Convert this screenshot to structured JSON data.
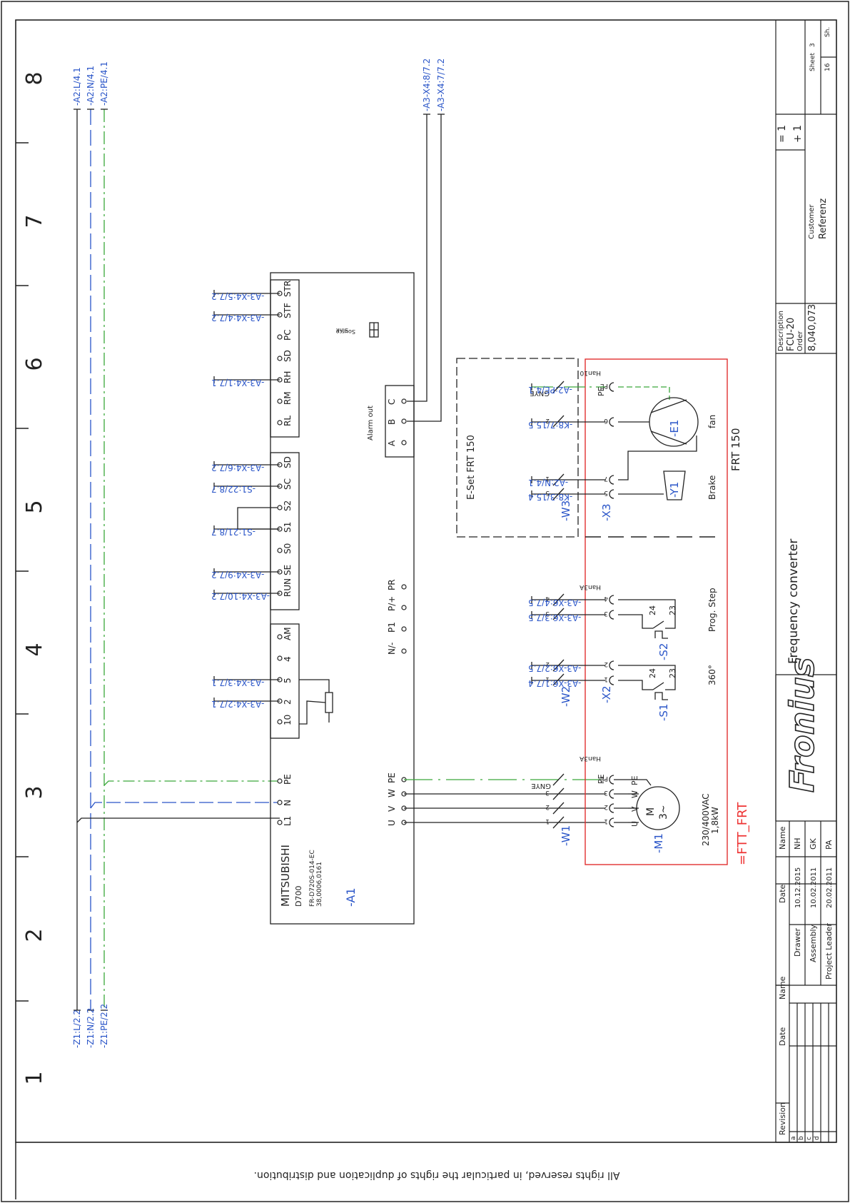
{
  "column_numbers": [
    "1",
    "2",
    "3",
    "4",
    "5",
    "6",
    "7",
    "8"
  ],
  "colors": {
    "line": "#222222",
    "blue": "#2a55c8",
    "green": "#3aa83a",
    "red": "#e03030"
  },
  "footer_note": "All rights reserved, in particular the rights of duplication and distribution.",
  "title_block": {
    "revision_h": "Revision",
    "date_h": "Date",
    "name_h": "Name",
    "rev_rows": [
      "a",
      "b",
      "c",
      "d"
    ],
    "role_date_h": "Date",
    "role_name_h": "Name",
    "roles": [
      {
        "role": "Drawer",
        "date": "10.12.2015",
        "name": "NH"
      },
      {
        "role": "Assembly",
        "date": "10.02.2011",
        "name": "GK"
      },
      {
        "role": "Project Leader",
        "date": "20.02.2011",
        "name": "PA"
      }
    ],
    "logo": "Fronius",
    "title": "Frequency converter",
    "description_h": "Description",
    "description": "FCU-20",
    "order_h": "Order",
    "order": "8,040,073",
    "customer_h": "Customer",
    "reference": "Referenz",
    "eq1": "= 1",
    "plus1": "+ 1",
    "sheet_h": "Sheet",
    "sheet": "3",
    "of": "16",
    "sh": "Sh."
  },
  "inverter": {
    "brand": "MITSUBISHI",
    "model": "D700",
    "type": "FR-D720S-014-EC",
    "part": "38,0006,0161",
    "tag": "-A1",
    "power_terms": [
      "L1",
      "N",
      "PE"
    ],
    "motor_terms": [
      "U",
      "V",
      "W",
      "PE"
    ],
    "dc_terms": [
      "N/-",
      "P1",
      "P/+",
      "PR"
    ],
    "analog_terms": [
      "10",
      "2",
      "5",
      "4",
      "AM"
    ],
    "input_terms": [
      "RUN",
      "SE",
      "S0",
      "S1",
      "S2",
      "SC",
      "SD"
    ],
    "relay_terms": [
      "RL",
      "RM",
      "RH",
      "SD",
      "PC",
      "STF",
      "STR"
    ],
    "alarm_terms": [
      "A",
      "B",
      "C"
    ],
    "alarm_label": "Alarm out",
    "sink_label": "Sink",
    "source_label": "Source"
  },
  "xrefs": {
    "mains_in": [
      "-Z1:L/2.2",
      "-Z1:N/2.2",
      "-Z1:PE/2.2"
    ],
    "mains_out": [
      "-A2:L/4.1",
      "-A2:N/4.1",
      "-A2:PE/4.1"
    ],
    "alarm": [
      "-A3-X4:8/7.2",
      "-A3-X4:7/7.2"
    ],
    "relay": [
      "-A3-X4:5/7.2",
      "-A3-X4:4/7.2",
      "-A3-X4:1/7.1"
    ],
    "inputs": [
      "-A3-X4:6/7.2",
      "-S1:22/8.7",
      "-S1:21/8.7",
      "-A3-X4:9/7.2",
      "-A3-X4:10/7.2"
    ],
    "analog": [
      "-A3-X4:3/7.1",
      "-A3-X4:2/7.1"
    ],
    "step": [
      "-A3-X6:4/7.5",
      "-A3-X6:3/7.5"
    ],
    "deg": [
      "-A3-X6:2/7.5",
      "-A3-X6:1/7.4"
    ],
    "eset": [
      "-A2:PE/4.1",
      "-K8:7/15.5",
      "-A2:N/4.1",
      "-K8:3/15.4"
    ]
  },
  "equipment": {
    "frame": "=FTT_FRT",
    "frt": "FRT 150",
    "eset": "E-Set FRT 150",
    "motor_tag": "-M1",
    "motor_m": "M",
    "motor_phase": "3~",
    "motor_v": "230/400VAC",
    "motor_kw": "1,8kW",
    "motor_terms": [
      "U",
      "V",
      "W",
      "PE"
    ],
    "han3a_1": "Han3A",
    "han3a_2": "Han3A",
    "han10": "Han10",
    "cable_w1": "-W1",
    "cable_w2": "-W2",
    "cable_w3": "-W3",
    "conn_x2": "-X2",
    "conn_x3": "-X3",
    "s1": "-S1",
    "s2": "-S2",
    "deg_label": "360°",
    "step_label": "Prog. Step",
    "brake_label": "Brake",
    "fan_label": "fan",
    "y1": "-Y1",
    "e1": "-E1",
    "gnye": "GNYE",
    "pe": "PE",
    "pins_w1": [
      "1",
      "2",
      "3",
      "PE"
    ],
    "pins_x2": [
      "1",
      "2"
    ],
    "pins_step": [
      "3",
      "4"
    ],
    "pins_x3": [
      "5",
      "7",
      "6",
      "PE"
    ],
    "contacts": [
      "23",
      "24"
    ],
    "wire_nums": [
      "1",
      "2",
      "3",
      "1",
      "2",
      "3",
      "4",
      "5",
      "1",
      "2"
    ]
  }
}
